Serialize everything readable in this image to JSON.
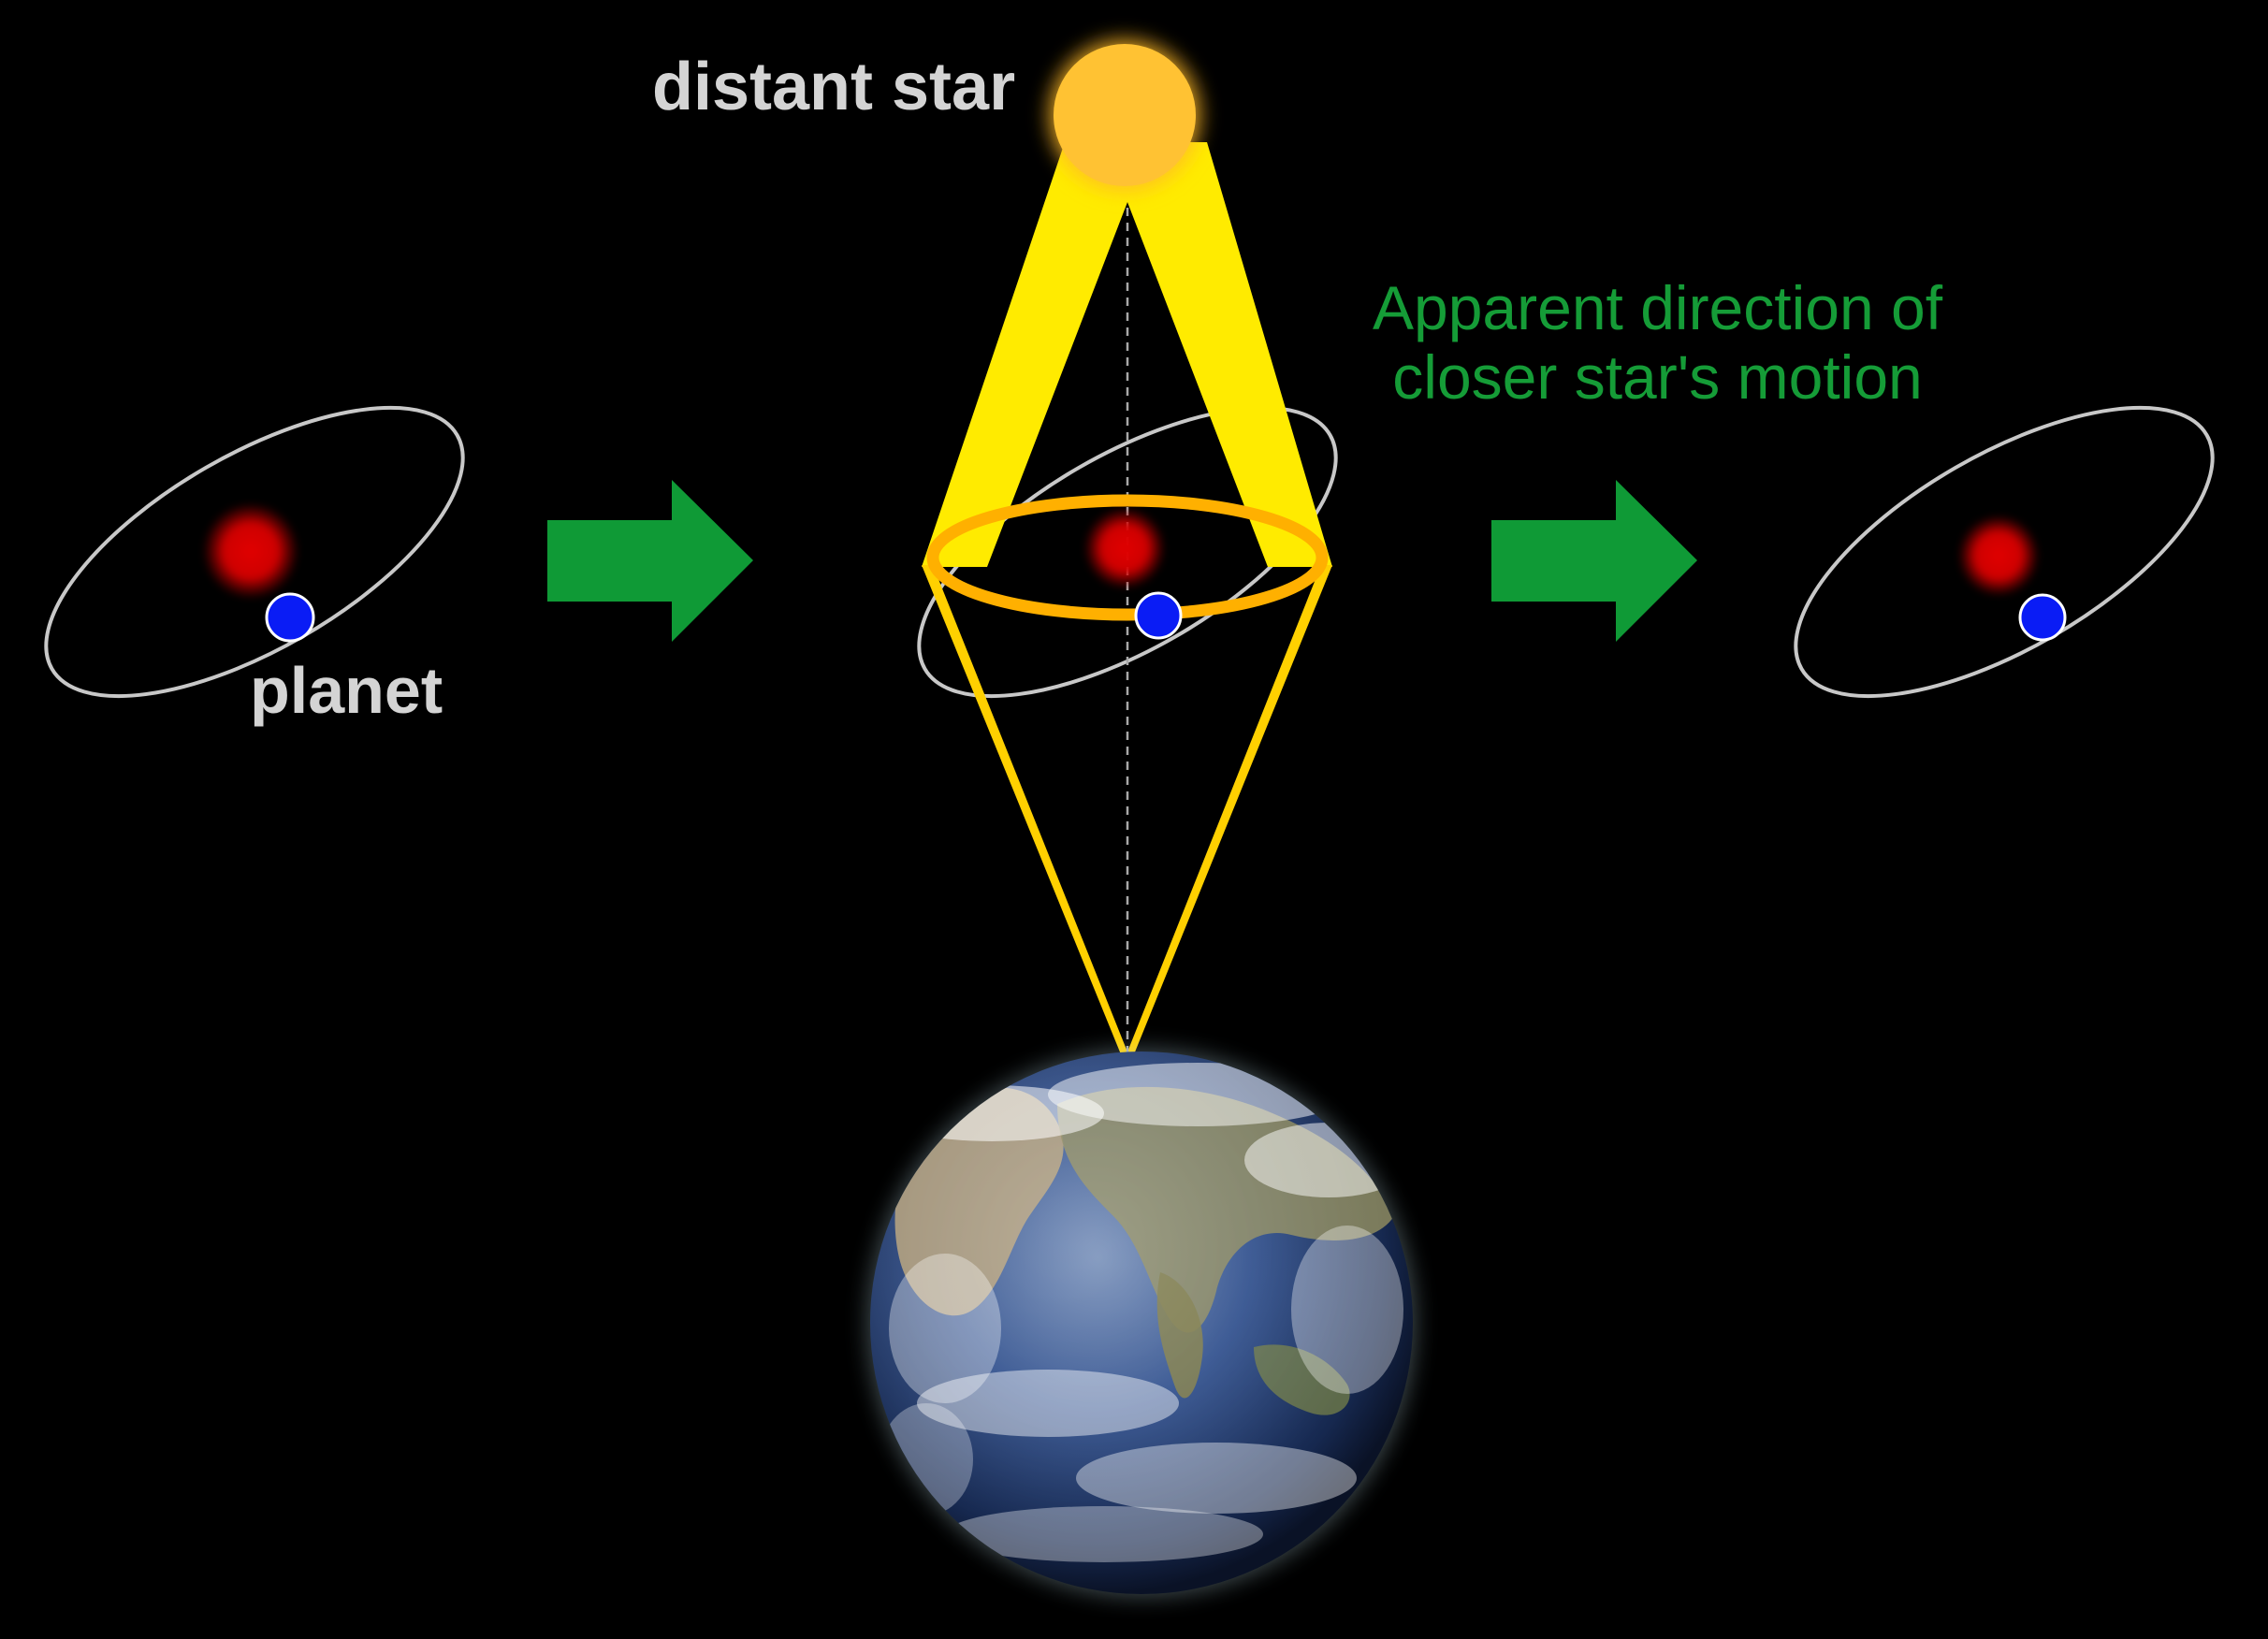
{
  "labels": {
    "distant_star": "distant star",
    "planet": "planet",
    "apparent_line1": "Apparent direction of",
    "apparent_line2": "closer star's motion"
  },
  "colors": {
    "background": "#000000",
    "label_gray": "#d4d4d4",
    "arrow_green": "#0f9a36",
    "apparent_text_green": "#159c37",
    "orbit_gray": "#c8c8c8",
    "closer_star_red": "#e10000",
    "planet_blue": "#0a1cf5",
    "distant_star_yellow": "#ffc233",
    "light_cone_yellow": "#ffeb00",
    "parallax_ellipse_orange": "#ffb000",
    "earth_ocean": "#1d3f8a"
  },
  "icons": {
    "distant_star": "distant-star-icon",
    "closer_star": "closer-star-icon",
    "planet": "planet-icon",
    "earth": "earth-icon",
    "arrow": "right-arrow-icon"
  }
}
